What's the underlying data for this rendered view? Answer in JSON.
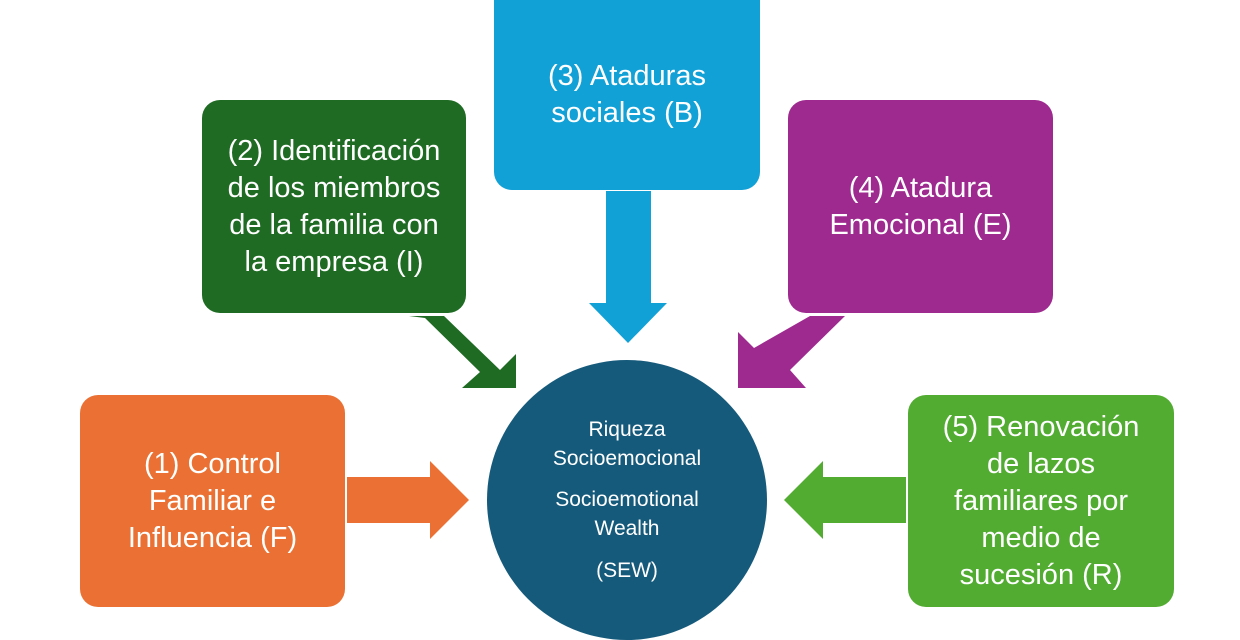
{
  "diagram": {
    "center": {
      "spanish_name": "Riqueza\nSocioemocional",
      "english_name": "Socioemotional\nWealth",
      "abbreviation": "(SEW)",
      "color": "#165a7b"
    },
    "dimensions": [
      {
        "id": "F",
        "label": "(1) Control\nFamiliar e\nInfluencia (F)",
        "color": "#ea7133"
      },
      {
        "id": "I",
        "label": "(2) Identificación\nde los miembros\nde la familia con\nla empresa (I)",
        "color": "#1f6b24"
      },
      {
        "id": "B",
        "label": "(3) Ataduras\nsociales (B)",
        "color": "#12a1d7"
      },
      {
        "id": "E",
        "label": "(4) Atadura\nEmocional (E)",
        "color": "#9e2a8f"
      },
      {
        "id": "R",
        "label": "(5) Renovación\nde lazos\nfamiliares por\nmedio de\nsucesión (R)",
        "color": "#52ac32"
      }
    ]
  }
}
